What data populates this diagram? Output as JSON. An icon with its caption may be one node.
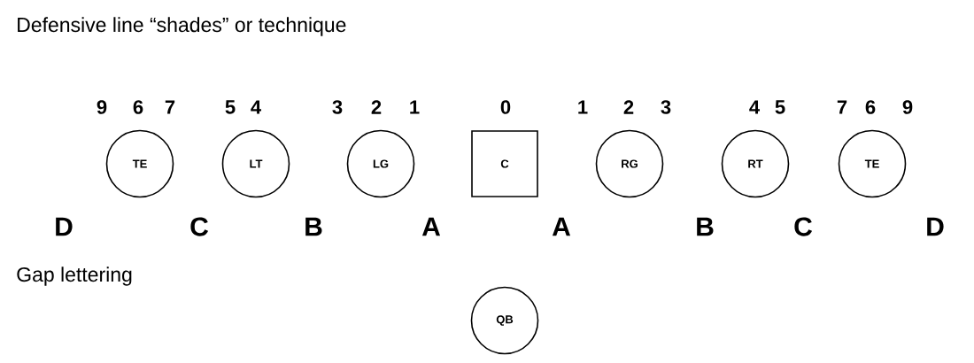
{
  "diagram": {
    "title": "Defensive line “shades” or technique",
    "nodes": [
      {
        "text": [
          "TE"
        ]
      },
      {
        "text": [
          "LT"
        ]
      },
      {
        "text": [
          "LG"
        ]
      },
      {
        "text": [
          "C"
        ]
      },
      {
        "text": [
          "RG"
        ]
      },
      {
        "text": [
          "RT"
        ]
      },
      {
        "text": [
          "TE"
        ]
      },
      {
        "text": [
          "QB"
        ]
      }
    ],
    "labels": [
      "9",
      "6",
      "7",
      "5",
      "4",
      "3",
      "2",
      "1",
      "0",
      "1",
      "2",
      "3",
      "4",
      "5",
      "7",
      "6",
      "9",
      "D",
      "C",
      "B",
      "A",
      "A",
      "B",
      "C",
      "D",
      "Gap lettering"
    ]
  }
}
